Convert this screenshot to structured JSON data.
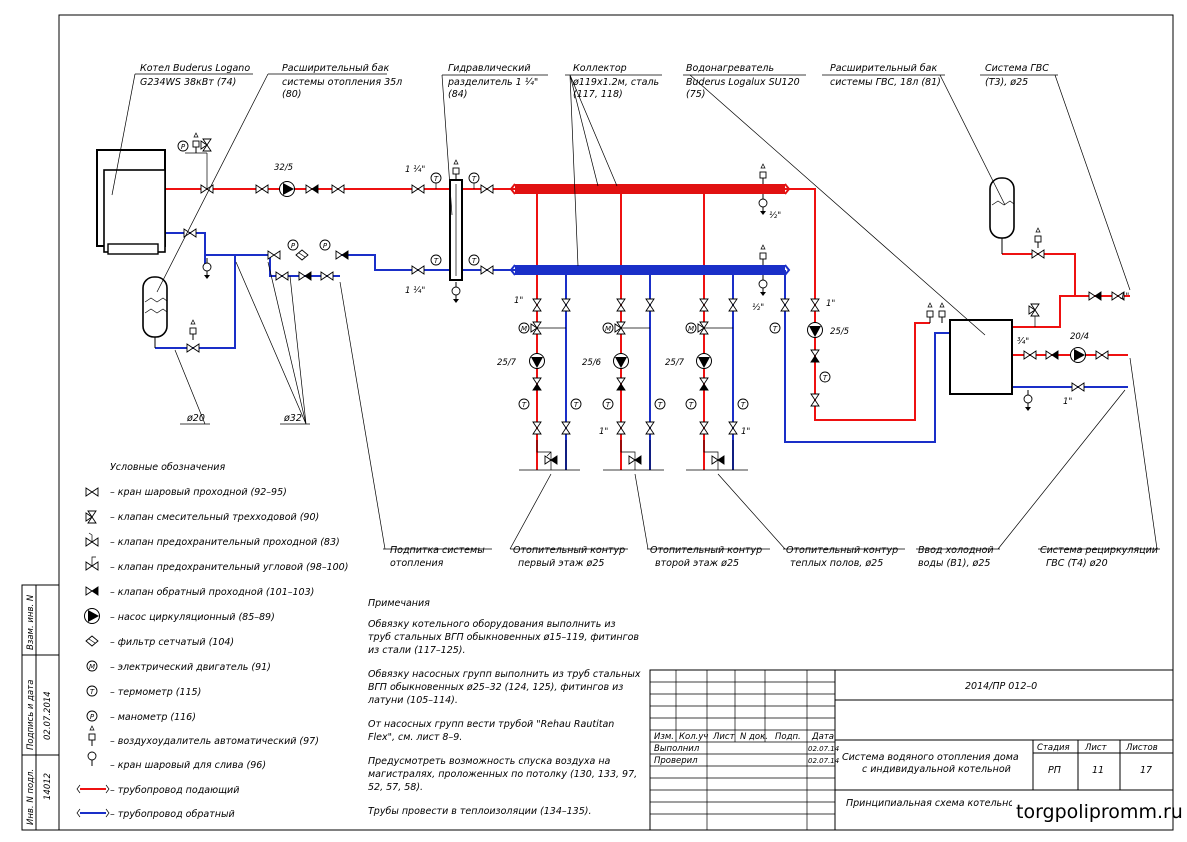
{
  "labels": {
    "boiler": [
      "Котел Buderus Logano",
      "G234WS 38кВт (74)"
    ],
    "exp_tank_heat": [
      "Расширительный бак",
      "системы отопления 35л",
      "(80)"
    ],
    "hydro_sep": [
      "Гидравлический",
      "разделитель 1 ¼\"",
      "(84)"
    ],
    "collector": [
      "Коллектор",
      "ø119х1.2м, сталь",
      "(117, 118)"
    ],
    "water_heater": [
      "Водонагреватель",
      "Buderus Logalux SU120",
      "(75)"
    ],
    "exp_tank_dhw": [
      "Расширительный бак",
      "системы ГВС, 18л (81)"
    ],
    "dhw_system": [
      "Система ГВС",
      "(Т3), ø25"
    ],
    "d20": "ø20",
    "d32": "ø32",
    "makeup": [
      "Подпитка системы",
      "отопления"
    ],
    "circuit1": [
      "Отопительный контур",
      "первый этаж ø25"
    ],
    "circuit2": [
      "Отопительный контур",
      "второй этаж ø25"
    ],
    "circuit3": [
      "Отопительный контур",
      "теплых полов, ø25"
    ],
    "cold_in": [
      "Ввод холодной",
      "воды (В1), ø25"
    ],
    "recirc": [
      "Система рециркуляции",
      "ГВС (Т4) ø20"
    ]
  },
  "dims": {
    "one_quarter": "1 ¼\"",
    "half": "½\"",
    "one": "1\"",
    "three_quarter": "¾\"",
    "pump_main": "32/5",
    "pump_c1": "25/7",
    "pump_c2": "25/6",
    "pump_c3": "25/7",
    "pump_floor": "25/5",
    "pump_recirc": "20/4"
  },
  "symbols": {
    "T": "T",
    "P": "P",
    "M": "M"
  },
  "legend": {
    "title": "Условные обозначения",
    "items": [
      {
        "icon": "ball-valve-icon",
        "text": "– кран шаровый проходной (92–95)"
      },
      {
        "icon": "three-way-valve-icon",
        "text": "– клапан смесительный трехходовой (90)"
      },
      {
        "icon": "safety-valve-icon",
        "text": "– клапан предохранительный проходной (83)"
      },
      {
        "icon": "safety-valve-angle-icon",
        "text": "– клапан предохранительный угловой (98–100)"
      },
      {
        "icon": "check-valve-icon",
        "text": "– клапан обратный проходной (101–103)"
      },
      {
        "icon": "pump-icon",
        "text": "– насос циркуляционный (85–89)"
      },
      {
        "icon": "filter-icon",
        "text": "– фильтр сетчатый (104)"
      },
      {
        "icon": "motor-icon",
        "text": "– электрический двигатель (91)"
      },
      {
        "icon": "thermometer-icon",
        "text": "– термометр (115)"
      },
      {
        "icon": "manometer-icon",
        "text": "– манометр (116)"
      },
      {
        "icon": "air-vent-icon",
        "text": "– воздухоудалитель автоматический (97)"
      },
      {
        "icon": "drain-valve-icon",
        "text": "– кран шаровый для слива (96)"
      },
      {
        "icon": "supply-pipe-icon",
        "text": "– трубопровод подающий"
      },
      {
        "icon": "return-pipe-icon",
        "text": "– трубопровод обратный"
      }
    ]
  },
  "notes": {
    "title": "Примечания",
    "paragraphs": [
      [
        "Обвязку котельного оборудования выполнить из",
        "труб стальных ВГП обыкновенных ø15–119, фитингов",
        "из стали (117–125)."
      ],
      [
        "Обвязку насосных групп выполнить из труб стальных",
        "ВГП обыкновенных ø25–32 (124, 125), фитингов из",
        "латуни (105–114)."
      ],
      [
        "От насосных групп вести трубой \"Rehau Rautitan",
        "Flex\", см. лист 8–9."
      ],
      [
        "Предусмотреть возможность спуска воздуха на",
        "магистралях, проложенных по потолку (130, 133, 97,",
        "52, 57, 58)."
      ],
      [
        "Трубы провести в теплоизоляции (134–135)."
      ]
    ]
  },
  "side_stamp": {
    "c1": "Взам. инв. N",
    "c2": "Подпись и дата",
    "c2_val": "02.07.2014",
    "c3": "Инв. N подл.",
    "c3_val": "14012"
  },
  "title_block": {
    "doc_code": "2014/ПР 012–0",
    "headers": [
      "Изм.",
      "Кол.уч",
      "Лист",
      "N док.",
      "Подп.",
      "Дата"
    ],
    "row_performed": "Выполнил",
    "row_checked": "Проверил",
    "date1": "02.07.14",
    "date2": "02.07.14",
    "project_title": [
      "Система водяного отопления дома",
      "с индивидуальной котельной"
    ],
    "sheet_title": "Принципиальная схема котельной",
    "stage_label": "Стадия",
    "sheet_label": "Лист",
    "sheets_label": "Листов",
    "stage": "РП",
    "sheet": "11",
    "sheets": "17"
  },
  "watermark": "torgpolipromm.ru",
  "colors": {
    "supply": "#e11111",
    "return": "#1a2fc8",
    "line": "#000000"
  }
}
